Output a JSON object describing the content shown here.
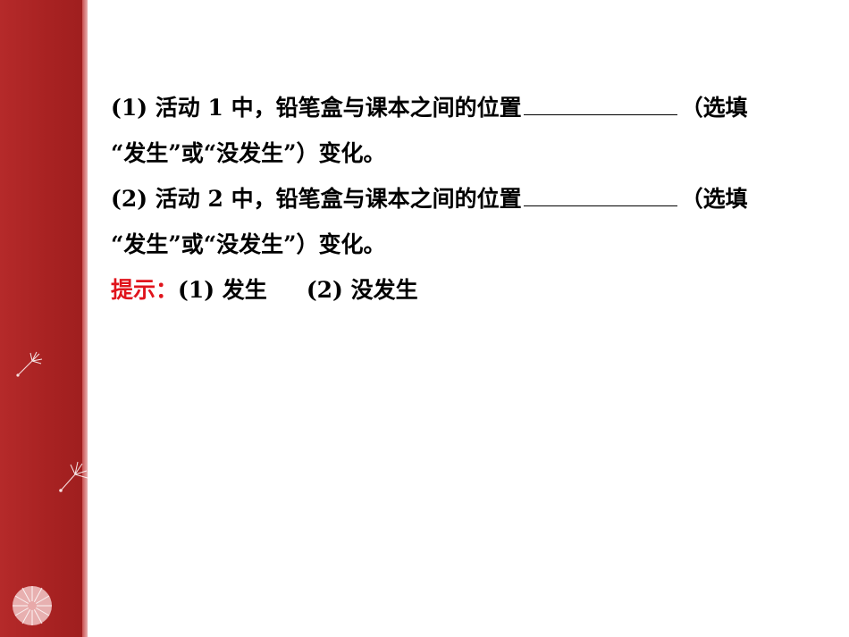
{
  "question": {
    "q1": {
      "num": "(1)",
      "before_blank": "活动 1 中，铅笔盒与课本之间的位置",
      "after_blank": "（选填",
      "line2": "“发生”或“没发生”）变化。"
    },
    "q2": {
      "num": "(2)",
      "before_blank": "活动 2 中，铅笔盒与课本之间的位置",
      "after_blank": "（选填",
      "line2": "“发生”或“没发生”）变化。"
    }
  },
  "hint": {
    "label": "提示：",
    "a1_num": "(1)",
    "a1": "发生",
    "a2_num": "(2)",
    "a2": "没发生"
  },
  "colors": {
    "sidebar": "#a82222",
    "hint_label": "#e0141c"
  },
  "icons": [
    "dandelion-seed-icon",
    "dandelion-seed-icon",
    "dandelion-flower-icon"
  ]
}
